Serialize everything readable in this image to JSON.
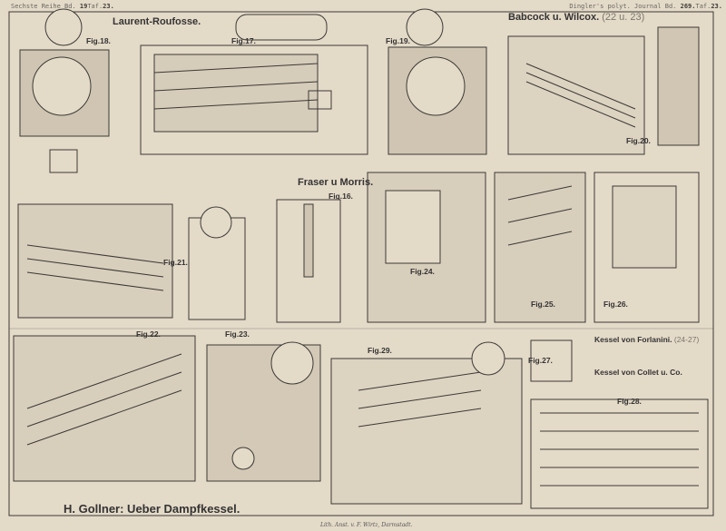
{
  "header": {
    "left": {
      "series": "Sechste Reihe Bd.",
      "volume": "19",
      "plate_prefix": "Taf.",
      "plate": "23."
    },
    "right": {
      "journal": "Dingler's polyt. Journal Bd.",
      "volume": "269.",
      "plate_prefix": "Taf.",
      "plate": "23."
    }
  },
  "titles": {
    "laurent": "Laurent-Roufosse.",
    "babcock": "Babcock u. Wilcox.",
    "babcock_ref": "(22 u. 23)",
    "fraser": "Fraser u Morris.",
    "forlanini": "Kessel von Forlanini.",
    "forlanini_ref": "(24-27)",
    "collet": "Kessel von Collet u. Co.",
    "main": "H. Gollner: Ueber Dampfkessel."
  },
  "figures": [
    "Fig.18.",
    "Fig.17.",
    "Fig.19.",
    "Fig.20.",
    "Fig.16.",
    "Fig.21.",
    "Fig.24.",
    "Fig.25.",
    "Fig.26.",
    "Fig.22.",
    "Fig.23.",
    "Fig.29.",
    "Fig.27.",
    "Fig.28."
  ],
  "imprint": "Lith. Anst. v. F. Wirtz, Darmstadt.",
  "colors": {
    "paper": "#e4dac8",
    "ink": "#3b3a36"
  }
}
